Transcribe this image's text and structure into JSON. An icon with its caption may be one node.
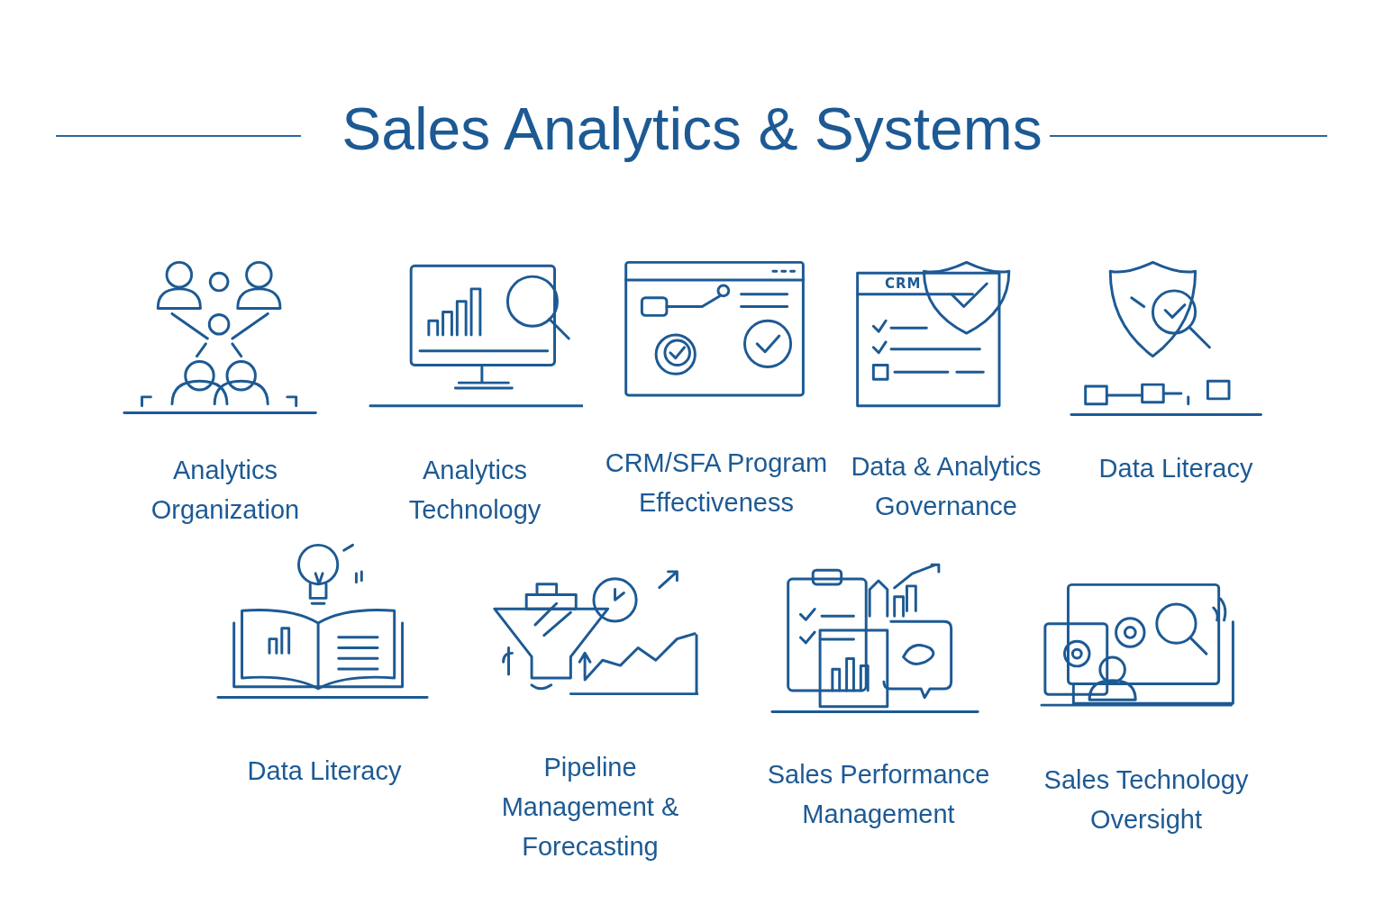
{
  "diagram": {
    "title": "Sales Analytics & Systems",
    "labels": [
      "CRM",
      "Analytics Organization",
      "Analytics Technology",
      "CRM/SFA Program Effectiveness",
      "Data & Analytics Governance",
      "Data Literacy",
      "Data Literacy",
      "Pipeline Management & Forecasting",
      "Sales Performance Management",
      "Sales Technology Oversight"
    ]
  }
}
